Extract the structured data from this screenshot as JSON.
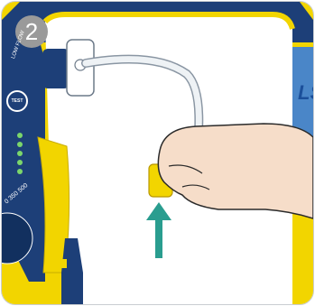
{
  "step": {
    "number": "2"
  },
  "device": {
    "panel_label": "LOW FLOW",
    "test_button_label": "TEST",
    "brand": "LS",
    "scale_labels": "0 350 500"
  },
  "colors": {
    "device_yellow": "#f2d500",
    "device_blue": "#1d3f78",
    "arrow_teal": "#2a9d8f",
    "badge_gray": "#9a9a9a"
  },
  "icons": {
    "up_arrow": "up-arrow-icon",
    "hand": "hand-icon"
  }
}
